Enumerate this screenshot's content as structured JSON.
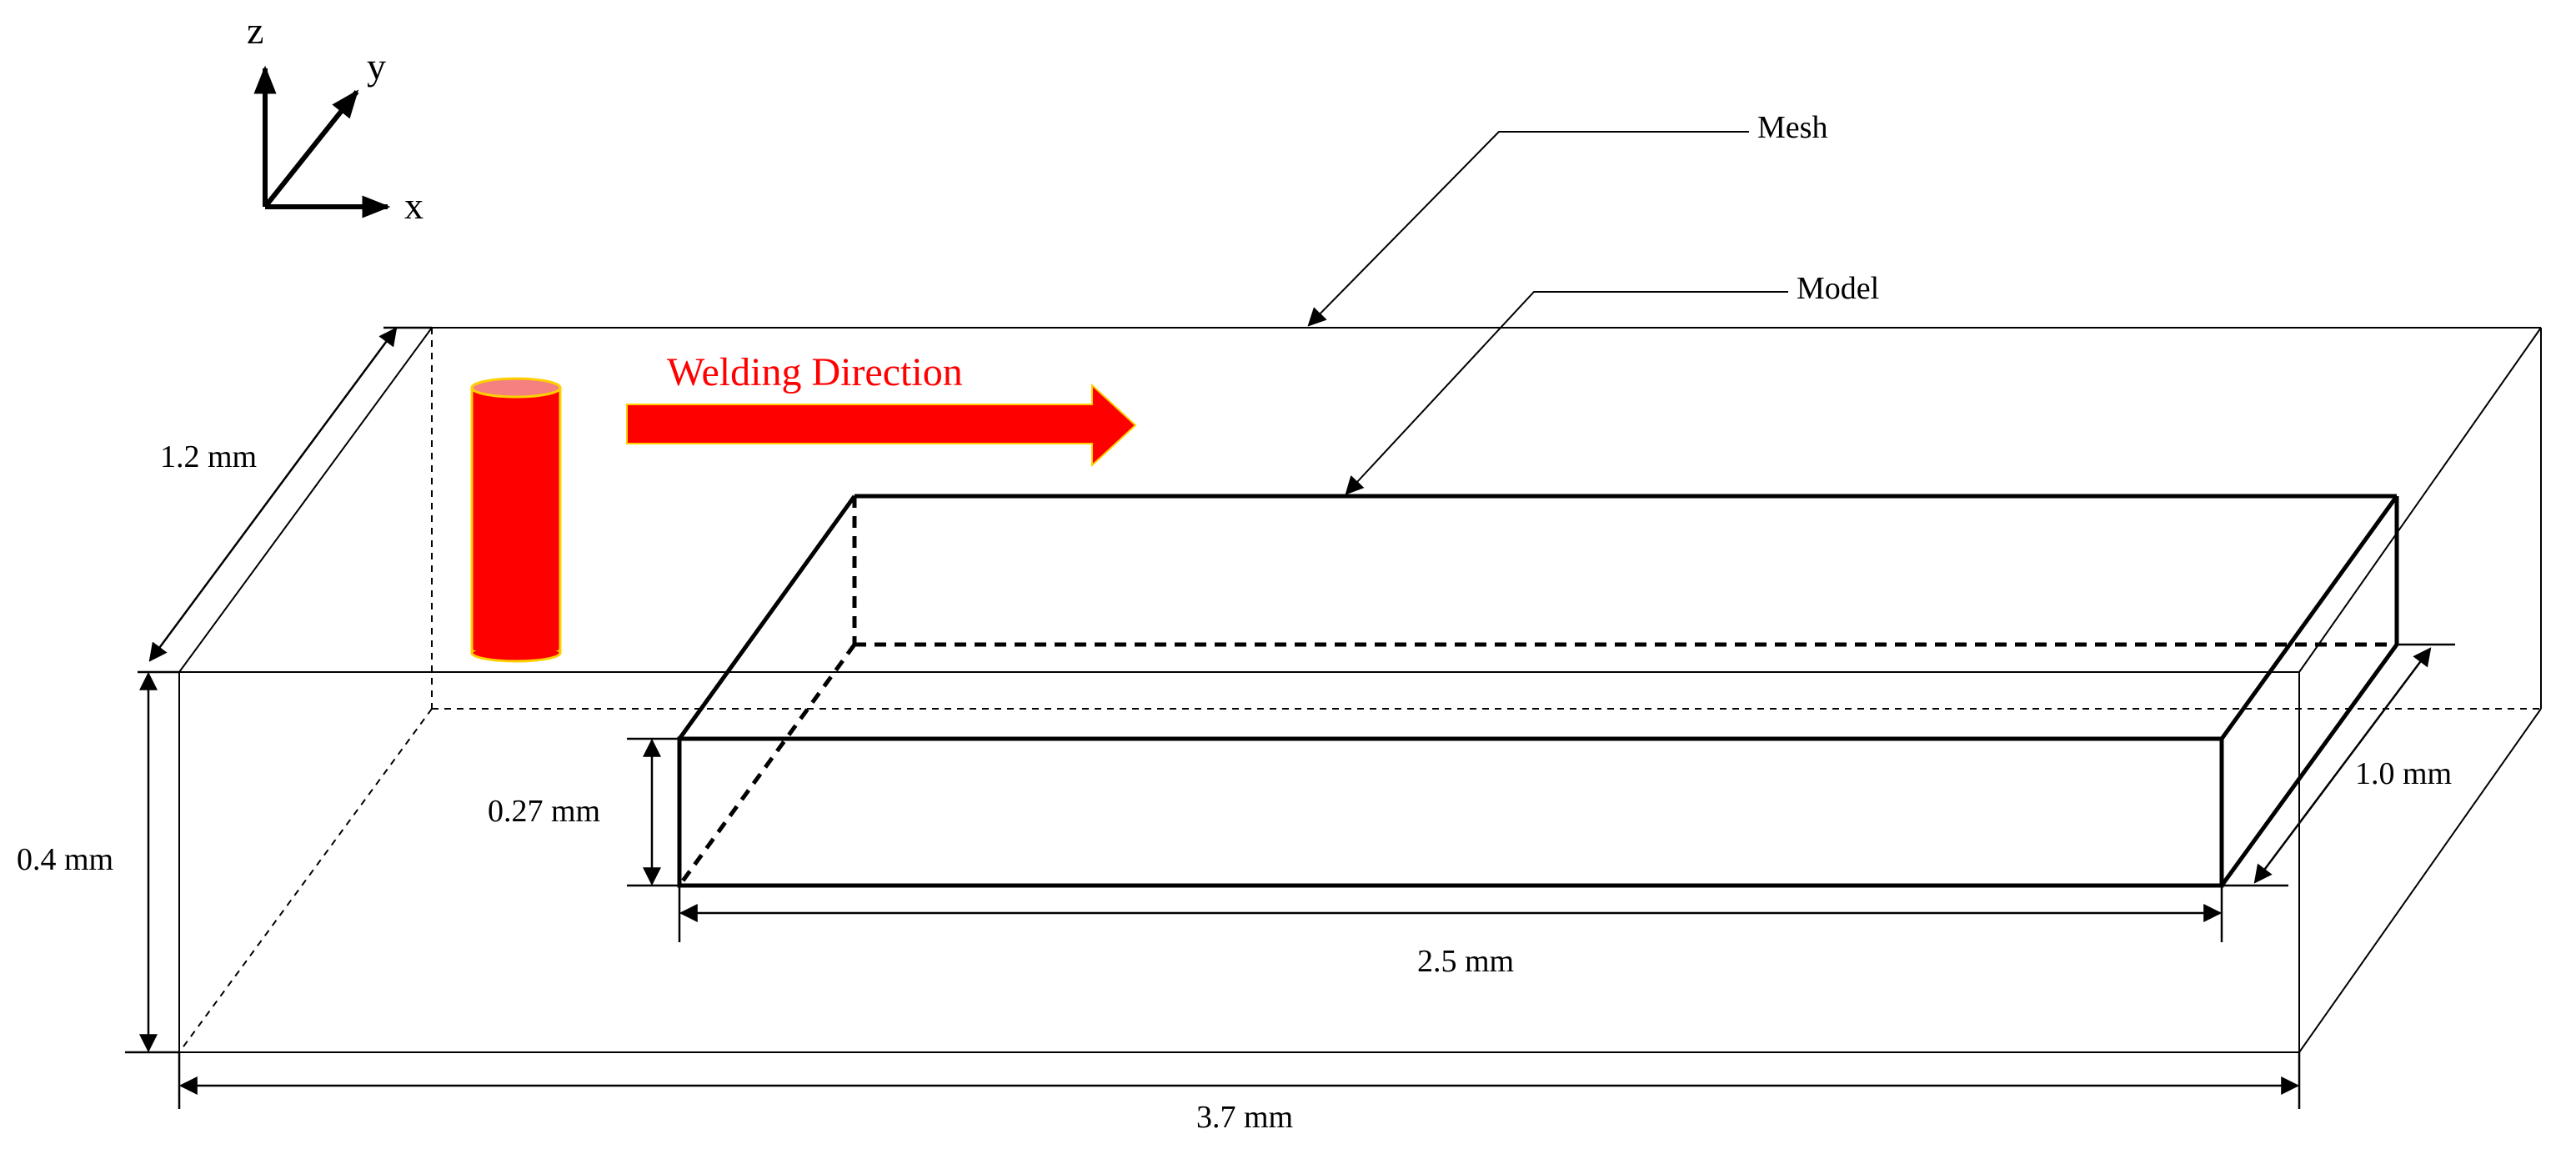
{
  "axes": {
    "z": "z",
    "y": "y",
    "x": "x"
  },
  "callouts": {
    "mesh": "Mesh",
    "model": "Model"
  },
  "welding": {
    "label": "Welding Direction",
    "color": "#ff0000"
  },
  "dimensions": {
    "mesh_depth": "1.2 mm",
    "mesh_height": "0.4 mm",
    "mesh_length": "3.7 mm",
    "model_height": "0.27 mm",
    "model_length": "2.5 mm",
    "model_depth": "1.0 mm"
  },
  "colors": {
    "torch_fill": "#ff0000",
    "torch_cap": "#f58080",
    "torch_outline": "#ffd000",
    "arrow_fill": "#ff0000"
  }
}
